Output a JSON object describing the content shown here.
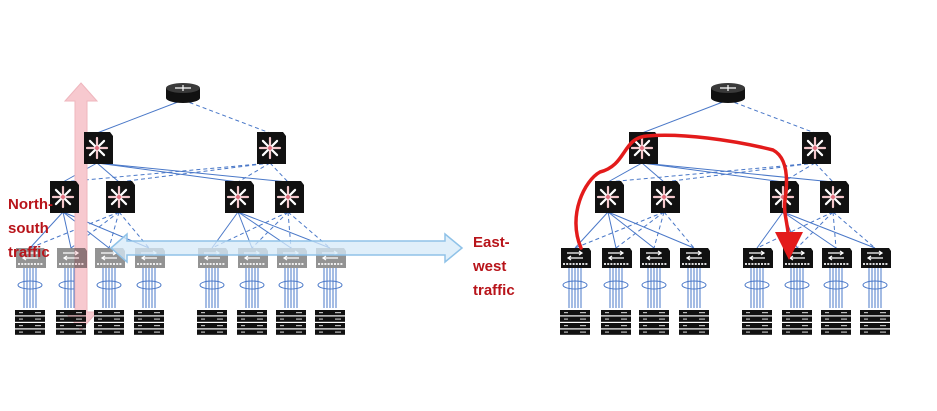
{
  "labels": {
    "north_south": [
      "North-",
      "south",
      "traffic"
    ],
    "east_west": [
      "East-west",
      "traffic"
    ]
  },
  "diagrams": [
    {
      "id": "left",
      "shows": "north-south and east-west traffic arrows"
    },
    {
      "id": "right",
      "shows": "east-west traffic path highlighted"
    }
  ],
  "colors": {
    "label_text": "#b8141a",
    "link_line": "#4a78c8",
    "ns_arrow": "#f7c9cf",
    "ew_arrow": "#d6e9f8",
    "path_highlight": "#e31b1b",
    "device": "#111111"
  },
  "icons": [
    "router-icon",
    "spine-switch-icon",
    "aggregation-switch-icon",
    "tor-switch-icon",
    "server-rack-icon"
  ]
}
